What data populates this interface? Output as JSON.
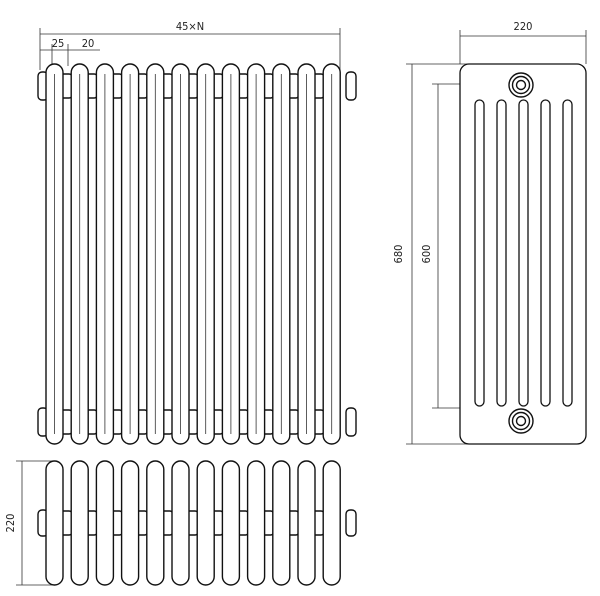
{
  "dimensions": {
    "width_per_section": "45×N",
    "column_spacing": "25",
    "column_gap": "20",
    "side_width": "220",
    "overall_height": "680",
    "connection_centers": "600",
    "plan_depth": "220"
  },
  "drawing_color": "#111111"
}
